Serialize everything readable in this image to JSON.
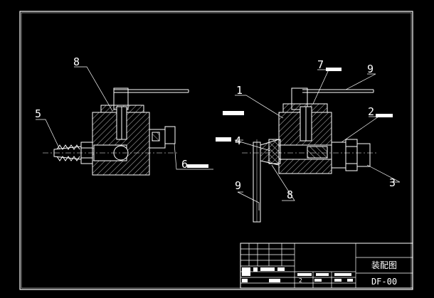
{
  "drawing": {
    "title": "装配图",
    "code": "DF-00",
    "colors": {
      "background": "#000000",
      "line": "#ffffff",
      "leader": "#ffffff",
      "balloon_text": "#ffffff"
    }
  },
  "balloons": {
    "left": [
      {
        "id": "b8-left",
        "label": "8"
      },
      {
        "id": "b5",
        "label": "5"
      },
      {
        "id": "b6",
        "label": "6"
      }
    ],
    "right": [
      {
        "id": "b1",
        "label": "1"
      },
      {
        "id": "b7",
        "label": "7"
      },
      {
        "id": "b9-top",
        "label": "9"
      },
      {
        "id": "b2",
        "label": "2"
      },
      {
        "id": "b4",
        "label": "4"
      },
      {
        "id": "b9-bottom",
        "label": "9"
      },
      {
        "id": "b8-right",
        "label": "8"
      },
      {
        "id": "b3",
        "label": "3"
      }
    ]
  },
  "titleblock": {
    "sheet_number": "2"
  }
}
